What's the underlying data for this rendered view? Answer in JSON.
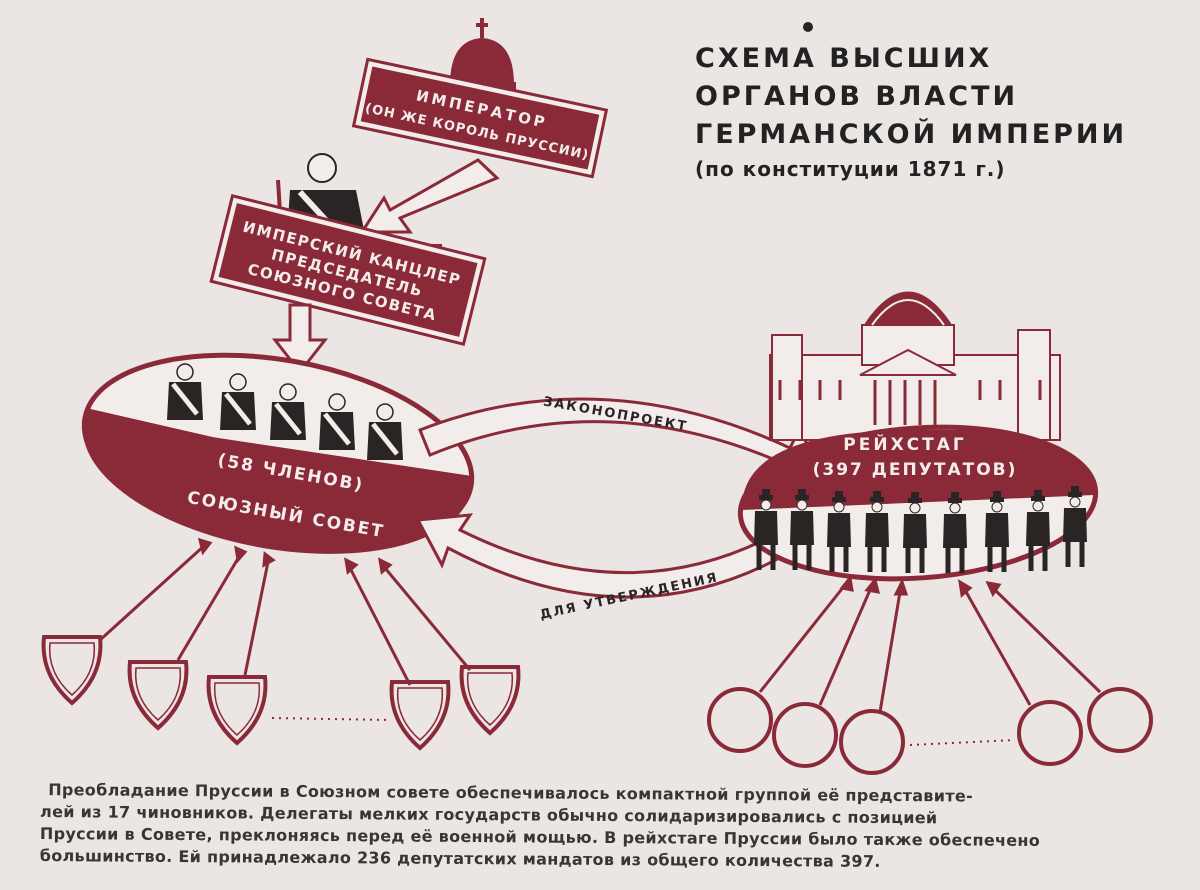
{
  "title": {
    "line1": "СХЕМА ВЫСШИХ",
    "line2": "ОРГАНОВ ВЛАСТИ",
    "line3": "ГЕРМАНСКОЙ ИМПЕРИИ",
    "subtitle": "(по конституции 1871 г.)"
  },
  "emperor": {
    "label": "ИМПЕРАТОР",
    "sublabel": "(ОН ЖЕ КОРОЛЬ ПРУССИИ)"
  },
  "chancellor": {
    "line1": "ИМПЕРСКИЙ КАНЦЛЕР",
    "line2": "ПРЕДСЕДАТЕЛЬ",
    "line3": "СОЮЗНОГО СОВЕТА"
  },
  "bundesrat": {
    "members": "(58 ЧЛЕНОВ)",
    "name": "СОЮЗНЫЙ СОВЕТ"
  },
  "reichstag": {
    "name": "РЕЙХСТАГ",
    "members": "(397 ДЕПУТАТОВ)"
  },
  "arrows": {
    "bill": "ЗАКОНОПРОЕКТ",
    "approval": "ДЛЯ УТВЕРЖДЕНИЯ"
  },
  "caption": [
    "Преобладание Пруссии в Союзном совете обеспечивалось компактной группой её представите-",
    "лей из 17 чиновников. Делегаты мелких государств обычно солидаризировались с позицией",
    "Пруссии в Совете, преклоняясь перед её военной мощью. В рейхстаге Пруссии было также обеспечено",
    "большинство. Ей принадлежало 236 депутатских мандатов из общего количества 397."
  ],
  "colors": {
    "maroon": "#8a2a38",
    "paper": "#ebe5e3",
    "ink": "#2a2424"
  }
}
